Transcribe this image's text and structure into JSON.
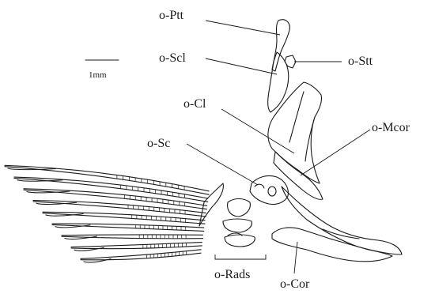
{
  "figure": {
    "scale_bar": {
      "label": "1mm"
    },
    "labels": {
      "ptt": "o-Ptt",
      "scl": "o-Scl",
      "stt": "o-Stt",
      "cl": "o-Cl",
      "mcor": "o-Mcor",
      "sc": "o-Sc",
      "rads": "o-Rads",
      "cor": "o-Cor"
    },
    "fin_ray_count": 9
  }
}
